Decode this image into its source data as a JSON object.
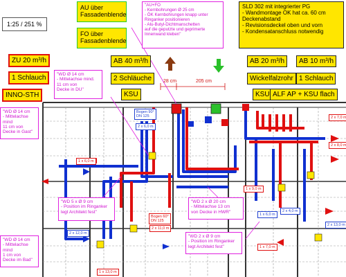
{
  "scale_box": "1:25 / 251 %",
  "top_notes": {
    "au_blende": [
      "AU über",
      "Fassadenblende"
    ],
    "fo_blende": [
      "FO über",
      "Fassadenblende"
    ],
    "aufo_note": [
      "\"AU+FO",
      "- Kernbohrungen Ø 25 cm",
      "- ÖK Kernbohrungen knapp unter",
      "  Ringanker positionieren",
      "- Alu-Butyl-Dichtmanschetten",
      "  auf die geputzte und geprimerte",
      "  Innenwand kleben\""
    ],
    "sld_box": [
      "SLD 302 mit integrierter PG",
      "- Wandmontage OK hat ca. 60 cm",
      "  Deckenabstand",
      "- Revisionsdeckel oben und vorn",
      "- Kondensatanschluss notwendig"
    ]
  },
  "row_labels": {
    "zu": "ZU 20 m³/h",
    "schlauch1": "1 Schlauch",
    "inno": "INNO-STH",
    "ab40": "AB 40 m³/h",
    "schlauch2": "2 Schläuche",
    "ksu_mid": "KSU",
    "ab20": "AB 20 m³/h",
    "wickelfalz": "Wickelfalzrohr",
    "ksu_right": "KSU",
    "ab10": "AB 10 m³/h",
    "schlauch_right": "1 Schlauch",
    "alf": "ALF AP + KSU flach"
  },
  "dimensions": {
    "d28": "28 cm",
    "d205": "205 cm"
  },
  "pink_notes": {
    "wd14_top": [
      "\"WD Ø 14 cm",
      "- Mittelachse mind.",
      "  11 cm von",
      "  Decke in DU\""
    ],
    "wd14_gast": [
      "\"WD Ø 14 cm",
      "- Mittelachse mind",
      "  11 cm von",
      "  Decke in Gast\""
    ],
    "wd5": [
      "\"WD 5 x Ø 9 cm",
      "- Position im Ringanker",
      "  legt Architekt fest\""
    ],
    "wd2x20": [
      "\"WD 2 x Ø 20 cm",
      "- Mittelachse 13 cm",
      "  von Decke in HWR\""
    ],
    "wd2x9": [
      "\"WD 2 x Ø 9 cm",
      "- Position im Ringanker",
      "  legt Architekt fest\""
    ],
    "wd14_bad": [
      "\"WD Ø 14 cm",
      "- Mittelachse mind",
      "  1 cm von",
      "  Decke im Bad\""
    ]
  },
  "small_labels": {
    "bogen1": [
      "Bogen 90°",
      "DN 125"
    ],
    "bogen2": [
      "Bogen 60°",
      "DN 125"
    ],
    "b2x60_a": "2 x 6,0 m",
    "b1x60": "1 x 6,0 m",
    "b2x120": "2 x 12,0 m",
    "b2x110": "2 x 11,0 m",
    "b1x90": "1 x 9,0 m",
    "b2x40": "2 x 4,0 m",
    "b1x60_b": "1 x 6,0 m",
    "b1x70": "1 x 7,0 m",
    "b2x70": "2 x 7,0 m",
    "b2x80": "2 x 8,0 m",
    "b1x130": "1 x 13,0 m",
    "b2x130": "2 x 13,0 m"
  },
  "colors": {
    "supply": "#1030d0",
    "exhaust": "#e01010",
    "outdoor": "#2ac02a",
    "brown": "#8a3a10",
    "note_pink": "#e020e0",
    "label_yellow": "#ffe600"
  }
}
